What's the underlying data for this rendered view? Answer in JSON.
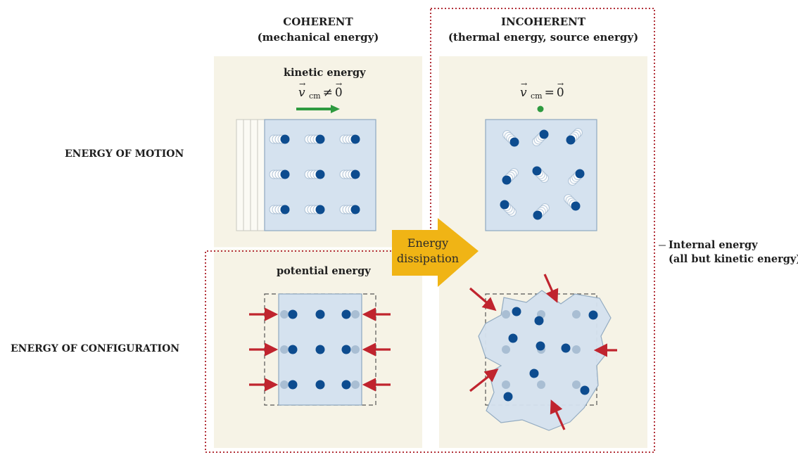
{
  "columns": {
    "coherent": {
      "title": "COHERENT",
      "subtitle": "(mechanical energy)"
    },
    "incoherent": {
      "title": "INCOHERENT",
      "subtitle": "(thermal energy, source energy)"
    }
  },
  "rows": {
    "motion": "ENERGY OF MOTION",
    "configuration": "ENERGY OF CONFIGURATION"
  },
  "panels": {
    "kinetic": "kinetic energy",
    "potential": "potential energy"
  },
  "velocity": {
    "symbol": "v",
    "subscript": "cm",
    "coherent_op": "≠",
    "incoherent_op": "=",
    "zero": "0"
  },
  "dissipation_arrow": {
    "line1": "Energy",
    "line2": "dissipation"
  },
  "internal_energy": {
    "line1": "Internal  energy",
    "line2": "(all but  kinetic energy)"
  },
  "colors": {
    "panel_bg": "#f6f3e6",
    "block_fill": "#d5e2ef",
    "block_stroke": "#8ea8c0",
    "dot_dark": "#0d4c8f",
    "dot_ghost": "#a9bed3",
    "arrow_red": "#c0242e",
    "arrow_green": "#2e9a3f",
    "dissipation_orange": "#f0b415",
    "dotted_red": "#b3323a"
  }
}
